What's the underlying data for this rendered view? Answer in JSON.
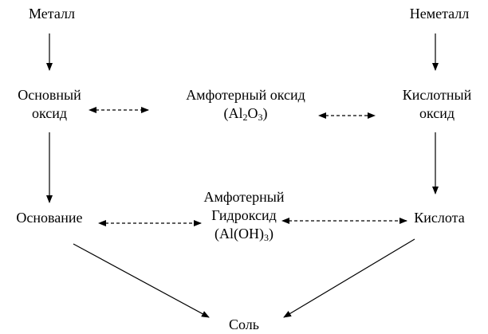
{
  "nodes": {
    "metal": "Металл",
    "nonmetal": "Неметалл",
    "basic_oxide": [
      "Основный",
      "оксид"
    ],
    "amphoteric_oxide": {
      "line1": "Амфотерный оксид",
      "formula": {
        "open": "(",
        "el1": "Al",
        "sub1": "2",
        "el2": "O",
        "sub2": "3",
        "close": ")"
      }
    },
    "acid_oxide": [
      "Кислотный",
      "оксид"
    ],
    "base": "Основание",
    "amphoteric_hydroxide": {
      "line1": "Амфотерный",
      "line2": "Гидроксид",
      "formula": {
        "main": "(Al(OH)",
        "sub": "3",
        "close": ")"
      }
    },
    "acid": "Кислота",
    "salt": "Соль"
  },
  "colors": {
    "line": "#000000",
    "text": "#000000",
    "background": "#ffffff"
  }
}
